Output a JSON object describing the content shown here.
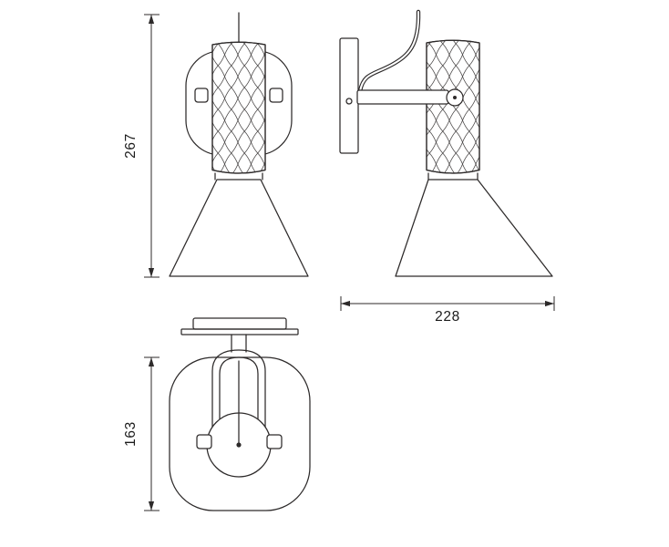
{
  "page": {
    "background": "#ffffff",
    "line_color": "#2d2a2a",
    "text_color": "#1c1c1c"
  },
  "drawing": {
    "views": {
      "front": {
        "height_mm": "267"
      },
      "side": {
        "depth_mm": "228"
      },
      "plan": {
        "width_mm": "163"
      }
    }
  }
}
